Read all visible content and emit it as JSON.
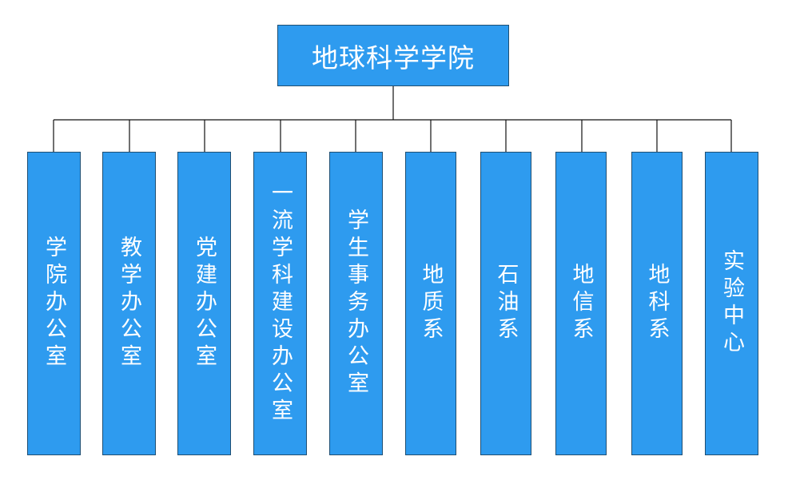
{
  "diagram": {
    "type": "org-chart",
    "root": {
      "label": "地球科学学院"
    },
    "children": [
      {
        "label": "学院办公室"
      },
      {
        "label": "教学办公室"
      },
      {
        "label": "党建办公室"
      },
      {
        "label": "一流学科建设办公室"
      },
      {
        "label": "学生事务办公室"
      },
      {
        "label": "地质系"
      },
      {
        "label": "石油系"
      },
      {
        "label": "地信系"
      },
      {
        "label": "地科系"
      },
      {
        "label": "实验中心"
      }
    ],
    "colors": {
      "box_fill": "#2e9bef",
      "box_border": "#1f4f73",
      "text": "#ffffff",
      "connector": "#111111"
    }
  }
}
